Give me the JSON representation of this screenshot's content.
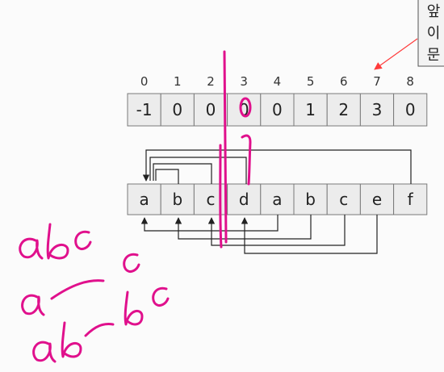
{
  "index_labels": [
    "0",
    "1",
    "2",
    "3",
    "4",
    "5",
    "6",
    "7",
    "8"
  ],
  "table_values": [
    "-1",
    "0",
    "0",
    "0",
    "0",
    "1",
    "2",
    "3",
    "0"
  ],
  "pattern_chars": [
    "a",
    "b",
    "c",
    "d",
    "a",
    "b",
    "c",
    "e",
    "f"
  ],
  "note_chars": [
    "앞",
    "이",
    "문"
  ],
  "handwriting": {
    "annotation_zero": "0",
    "annotation_one": "]",
    "line1": "abc",
    "line2": "a – c",
    "line3": "ab – bc"
  },
  "colors": {
    "ink": "#e0108c",
    "grid_fill": "#ececec",
    "grid_stroke": "#7a7a7a",
    "arrow": "#222222",
    "note_arrow": "#ff3b3b"
  }
}
